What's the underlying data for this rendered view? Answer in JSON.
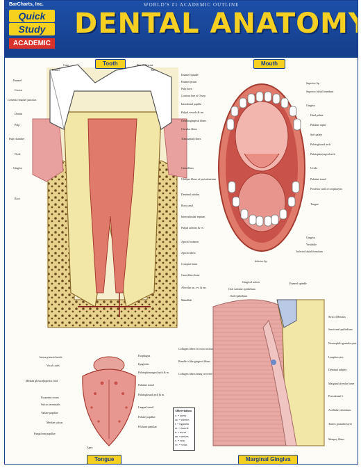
{
  "header": {
    "brand": "BarCharts, Inc.",
    "quick": "Quick",
    "study": "Study",
    "academic": "ACADEMIC",
    "series": "WORLD'S #1 ACADEMIC OUTLINE",
    "title": "DENTAL ANATOMY"
  },
  "sections": {
    "tooth": "Tooth",
    "mouth": "Mouth",
    "tongue": "Tongue",
    "gingiva": "Marginal Gingiva"
  },
  "tooth_labels_left": [
    "Enamel",
    "Crown",
    "Cemento-enamel junction",
    "Dentin",
    "Pulp",
    "Pulp chamber",
    "Neck",
    "Gingiva",
    "Root"
  ],
  "tooth_labels_top": [
    "Cusp",
    "Fissure",
    "Pits of Retzius",
    "Tuft"
  ],
  "tooth_labels_right": [
    "Enamel spindle",
    "Enamel prism",
    "Pulp horn",
    "Contour line of Owen",
    "Interdental papilla",
    "Pulpal vessels & nn.",
    "Dentinogingival fibers",
    "Circular fibers",
    "Transseptal fibers",
    "Cancellous",
    "Oblique fibers of periodontium",
    "Dentinal tubules",
    "Root canal",
    "Interradicular septum",
    "Pulpal arteries & vv.",
    "Apical foramen",
    "Apical fibers",
    "Compact bone",
    "Cancellous bone",
    "Alveolar aa., vv. & nn.",
    "Mandible"
  ],
  "mouth_labels": [
    "Superior lip",
    "Superior labial frenulum",
    "Gingiva",
    "Hard palate",
    "Palatine raphe",
    "Soft palate",
    "Palatoglossal arch",
    "Palatopharyngeal arch",
    "Uvula",
    "Palatine tonsil",
    "Posterior wall of oropharynx",
    "Tongue",
    "Gingiva",
    "Vestibule",
    "Inferior labial frenulum",
    "Inferior lip"
  ],
  "tongue_labels_left": [
    "Interarytenoid notch",
    "Vocal cords",
    "Median glossoepiglottic fold",
    "Foramen cecum",
    "Sulcus terminalis",
    "Vallate papillae",
    "Median sulcus",
    "Fungiform papillae",
    "Apex"
  ],
  "tongue_labels_right": [
    "Esophagus",
    "Epiglottis",
    "Palatopharyngeal arch & m.",
    "Palatine tonsil",
    "Palatoglossal arch & m.",
    "Lingual tonsil",
    "Foliate papillae",
    "Filiform papillae"
  ],
  "gingiva_labels_left": [
    "Gingival sulcus",
    "Oral sulcular epithelium",
    "Oral epithelium",
    "Collagen fibers in cross section",
    "Bundle of the gingival fibers",
    "Collagen fibers being secreted"
  ],
  "gingiva_labels_right": [
    "Enamel spindle",
    "Stria of Retzius",
    "Junctional epithelium",
    "Neutrophils granulocytes",
    "Lymphocytes",
    "Dentinal tubules",
    "Marginal alveolar bone",
    "Periodontal l.",
    "Acellular cementum",
    "Tomes granular layer",
    "Sharpey fibers"
  ],
  "legend_title": "Abbreviations",
  "legend_items": [
    "a. = artery",
    "aa. = arteries",
    "l. = ligament",
    "m. = muscle",
    "n. = nerve",
    "nn. = nerves",
    "v. = vein",
    "vv. = veins"
  ],
  "colors": {
    "navy": "#173f8a",
    "gold": "#f5cf22",
    "red": "#d8322a",
    "enamel": "#ffffff",
    "dentin": "#f3e7a8",
    "pulp": "#e07a6a",
    "gum": "#e9a1a0",
    "bone": "#d7c07a"
  }
}
